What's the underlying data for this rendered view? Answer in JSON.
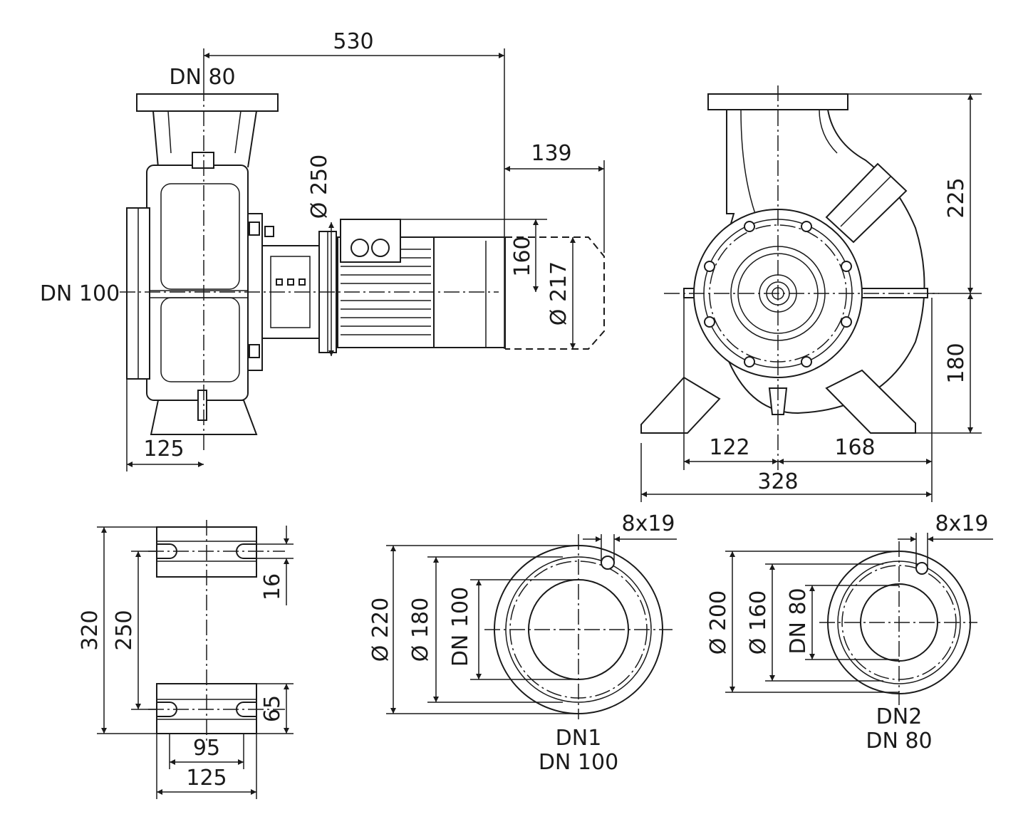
{
  "side_view": {
    "labels": {
      "dn_top": "DN 80",
      "dn_side": "DN 100",
      "dim_530": "530",
      "dim_139": "139",
      "dim_d250": "Ø 250",
      "dim_160": "160",
      "dim_d217": "Ø 217",
      "dim_125": "125"
    }
  },
  "front_view": {
    "labels": {
      "dim_225": "225",
      "dim_180": "180",
      "dim_122": "122",
      "dim_168": "168",
      "dim_328": "328"
    }
  },
  "foot_view": {
    "labels": {
      "dim_320": "320",
      "dim_250": "250",
      "dim_16": "16",
      "dim_65": "65",
      "dim_95": "95",
      "dim_125": "125"
    }
  },
  "flange_dn1": {
    "labels": {
      "bolts": "8x19",
      "d220": "Ø 220",
      "d180": "Ø 180",
      "dn": "DN 100",
      "name": "DN1",
      "size": "DN 100"
    }
  },
  "flange_dn2": {
    "labels": {
      "bolts": "8x19",
      "d200": "Ø 200",
      "d160": "Ø 160",
      "dn": "DN 80",
      "name": "DN2",
      "size": "DN 80"
    }
  }
}
